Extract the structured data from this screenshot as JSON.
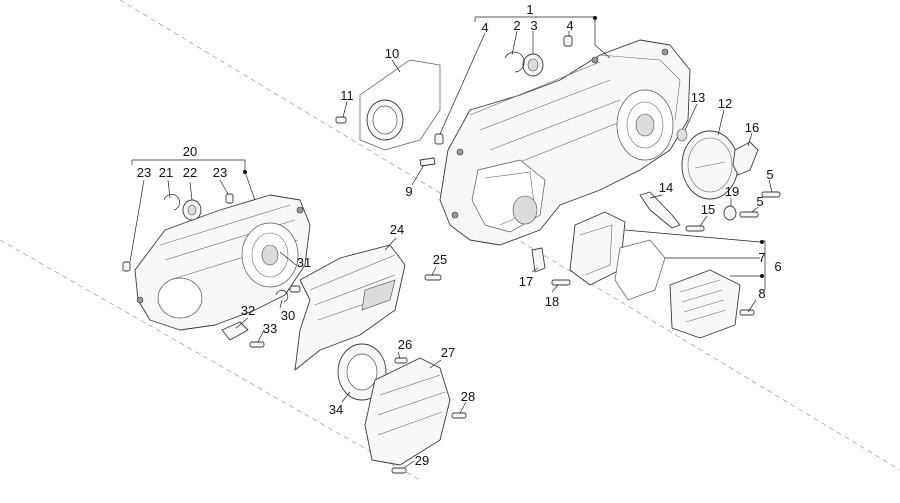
{
  "diagram": {
    "callouts": [
      {
        "id": "c1",
        "text": "1"
      },
      {
        "id": "c2",
        "text": "2"
      },
      {
        "id": "c3",
        "text": "3"
      },
      {
        "id": "c4a",
        "text": "4"
      },
      {
        "id": "c4b",
        "text": "4"
      },
      {
        "id": "c5a",
        "text": "5"
      },
      {
        "id": "c5b",
        "text": "5"
      },
      {
        "id": "c6",
        "text": "6"
      },
      {
        "id": "c7",
        "text": "7"
      },
      {
        "id": "c8",
        "text": "8"
      },
      {
        "id": "c9",
        "text": "9"
      },
      {
        "id": "c10",
        "text": "10"
      },
      {
        "id": "c11",
        "text": "11"
      },
      {
        "id": "c12",
        "text": "12"
      },
      {
        "id": "c13",
        "text": "13"
      },
      {
        "id": "c14",
        "text": "14"
      },
      {
        "id": "c15",
        "text": "15"
      },
      {
        "id": "c16",
        "text": "16"
      },
      {
        "id": "c17",
        "text": "17"
      },
      {
        "id": "c18",
        "text": "18"
      },
      {
        "id": "c19",
        "text": "19"
      },
      {
        "id": "c20",
        "text": "20"
      },
      {
        "id": "c21",
        "text": "21"
      },
      {
        "id": "c22",
        "text": "22"
      },
      {
        "id": "c23a",
        "text": "23"
      },
      {
        "id": "c23b",
        "text": "23"
      },
      {
        "id": "c24",
        "text": "24"
      },
      {
        "id": "c25",
        "text": "25"
      },
      {
        "id": "c26",
        "text": "26"
      },
      {
        "id": "c27",
        "text": "27"
      },
      {
        "id": "c28",
        "text": "28"
      },
      {
        "id": "c29",
        "text": "29"
      },
      {
        "id": "c30",
        "text": "30"
      },
      {
        "id": "c31",
        "text": "31"
      },
      {
        "id": "c32",
        "text": "32"
      },
      {
        "id": "c33",
        "text": "33"
      },
      {
        "id": "c34",
        "text": "34"
      }
    ]
  }
}
